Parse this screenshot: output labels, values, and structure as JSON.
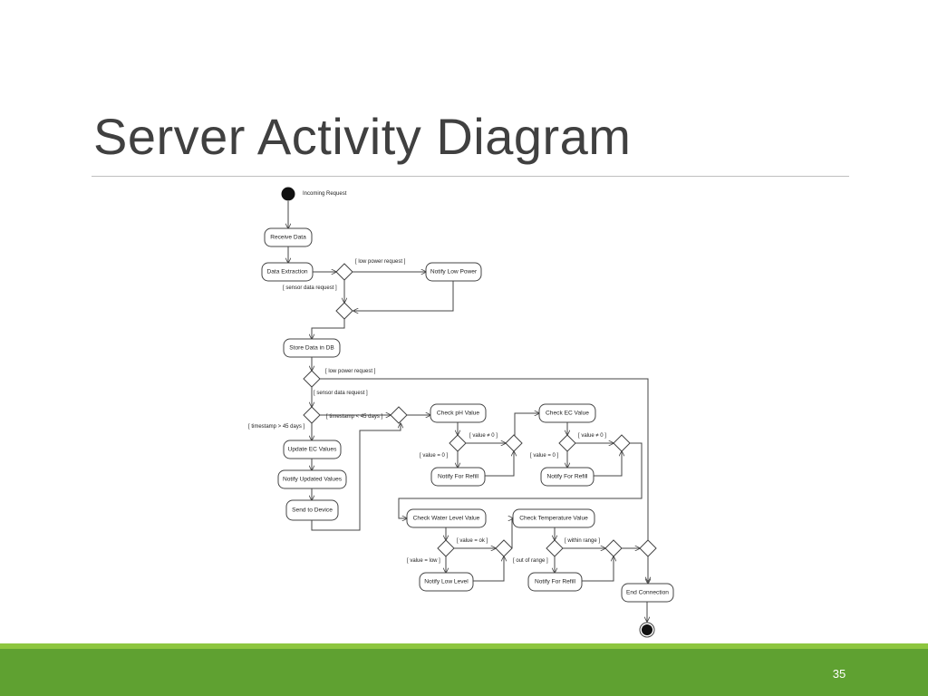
{
  "slide": {
    "title": "Server Activity Diagram",
    "page_number": "35"
  },
  "diagram": {
    "start_label": "Incoming Request",
    "actions": {
      "receive_data": "Receive Data",
      "data_extraction": "Data Extraction",
      "notify_low_power": "Notify Low Power",
      "store_data": "Store Data in DB",
      "update_ec": "Update EC Values",
      "notify_updated": "Notify Updated Values",
      "send_to_device": "Send to Device",
      "check_ph": "Check pH Value",
      "notify_refill_ph": "Notify For Refill",
      "check_ec": "Check EC Value",
      "notify_refill_ec": "Notify For Refill",
      "check_water": "Check Water Level Value",
      "notify_low_level": "Notify Low Level",
      "check_temp": "Check Temperature Value",
      "notify_refill_temp": "Notify For Refill",
      "end_connection": "End Connection"
    },
    "guards": {
      "low_power_1": "[ low power request ]",
      "sensor_1": "[ sensor data request ]",
      "low_power_2": "[ low power request ]",
      "sensor_2": "[ sensor data request ]",
      "ts_lt": "[ timestamp < 45 days ]",
      "ts_gt": "[ timestamp > 45 days ]",
      "ph_ne": "[ value ≠ 0 ]",
      "ph_eq": "[ value = 0 ]",
      "ec_ne": "[ value ≠ 0 ]",
      "ec_eq": "[ value = 0 ]",
      "water_ok": "[ value = ok ]",
      "water_low": "[ value = low ]",
      "temp_in": "[ within range ]",
      "temp_out": "[ out of range ]"
    }
  }
}
